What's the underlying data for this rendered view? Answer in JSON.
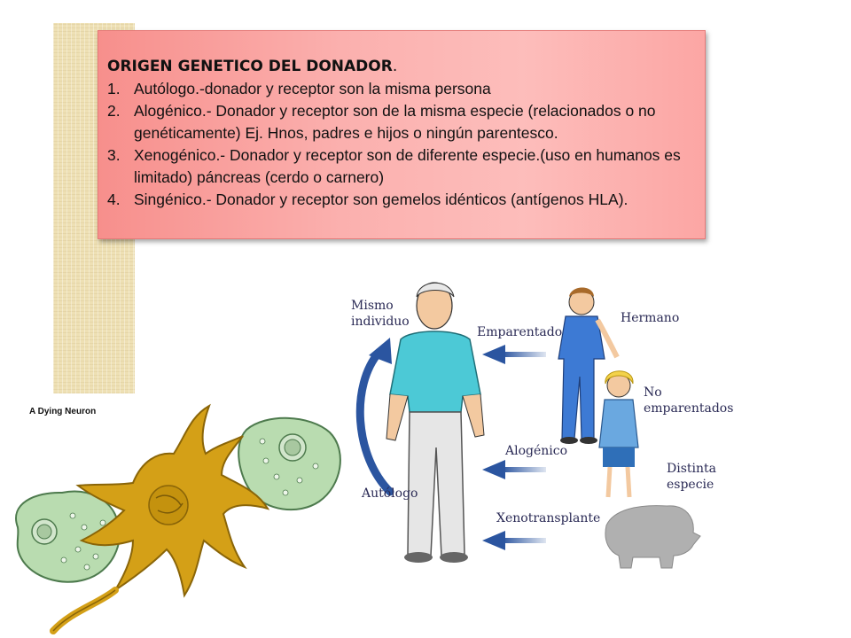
{
  "box": {
    "title": "ORIGEN GENETICO DEL DONADOR",
    "title_dot": ".",
    "items": [
      {
        "num": "1.",
        "text": "Autólogo.-donador y receptor son la misma persona"
      },
      {
        "num": "2.",
        "text": "Alogénico.- Donador y receptor son de la misma especie (relacionados o no genéticamente) Ej. Hnos, padres e hijos o ningún parentesco."
      },
      {
        "num": "3.",
        "text": "Xenogénico.- Donador  y receptor son de diferente especie.(uso en humanos  es limitado) páncreas (cerdo o carnero)"
      },
      {
        "num": "4.",
        "text": "Singénico.- Donador y receptor son gemelos idénticos  (antígenos HLA)."
      }
    ]
  },
  "neuron_caption": "A Dying Neuron",
  "diagram": {
    "same_individual_1": "Mismo",
    "same_individual_2": "individuo",
    "related": "Emparentado",
    "brother": "Hermano",
    "unrelated_1": "No",
    "unrelated_2": "emparentados",
    "allogeneic": "Alogénico",
    "autologous": "Autólogo",
    "species_1": "Distinta",
    "species_2": "especie",
    "xeno": "Xenotransplante"
  },
  "colors": {
    "box_bg": "#fbb0ae",
    "stripe": "#eee0b4",
    "arrow": "#2b55a0",
    "neuron": "#d4a017",
    "cell": "#b9dcb0",
    "shirt": "#4cc9d6"
  }
}
